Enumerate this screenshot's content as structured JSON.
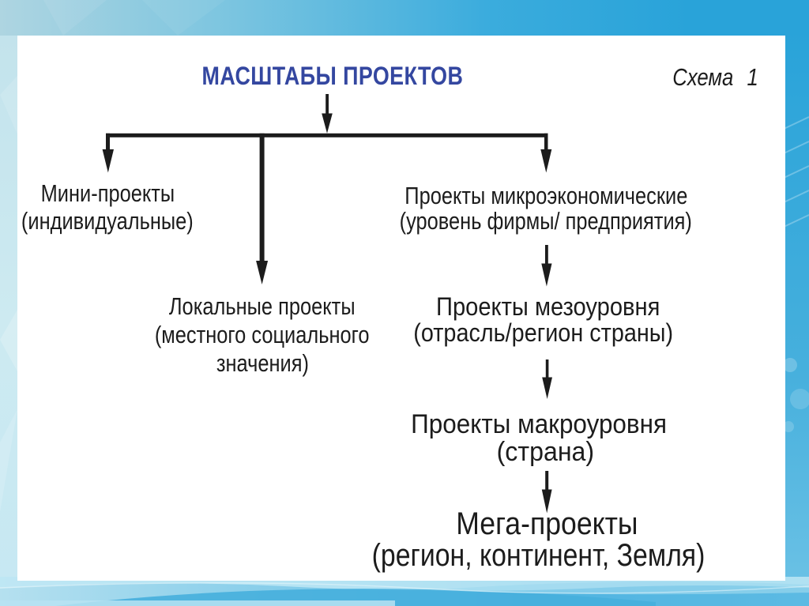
{
  "slide": {
    "title": "МАСШТАБЫ ПРОЕКТОВ",
    "scheme_label": "Схема 1",
    "colors": {
      "title_blue": "#3447a0",
      "text_black": "#1c1c1c",
      "panel_white": "#ffffff",
      "frame_blue": "#2aa3da",
      "frame_pale_blue": "#cde9f0"
    }
  },
  "diagram": {
    "root": "МАСШТАБЫ ПРОЕКТОВ",
    "nodes": {
      "mini": {
        "lines": [
          "Мини-проекты",
          "(индивидуальные)"
        ]
      },
      "local": {
        "lines": [
          "Локальные проекты",
          "(местного социального",
          "значения)"
        ]
      },
      "micro": {
        "lines": [
          "Проекты микроэкономические",
          "(уровень фирмы/ предприятия)"
        ]
      },
      "meso": {
        "lines": [
          "Проекты мезоуровня",
          "(отрасль/регион страны)"
        ]
      },
      "macro": {
        "lines": [
          "Проекты макроуровня",
          "(страна)"
        ]
      },
      "mega": {
        "lines": [
          "Мега-проекты",
          "(регион, континент, Земля)"
        ]
      }
    },
    "edges": [
      [
        "root",
        "mini"
      ],
      [
        "root",
        "local"
      ],
      [
        "root",
        "micro"
      ],
      [
        "micro",
        "meso"
      ],
      [
        "meso",
        "macro"
      ],
      [
        "macro",
        "mega"
      ]
    ]
  }
}
